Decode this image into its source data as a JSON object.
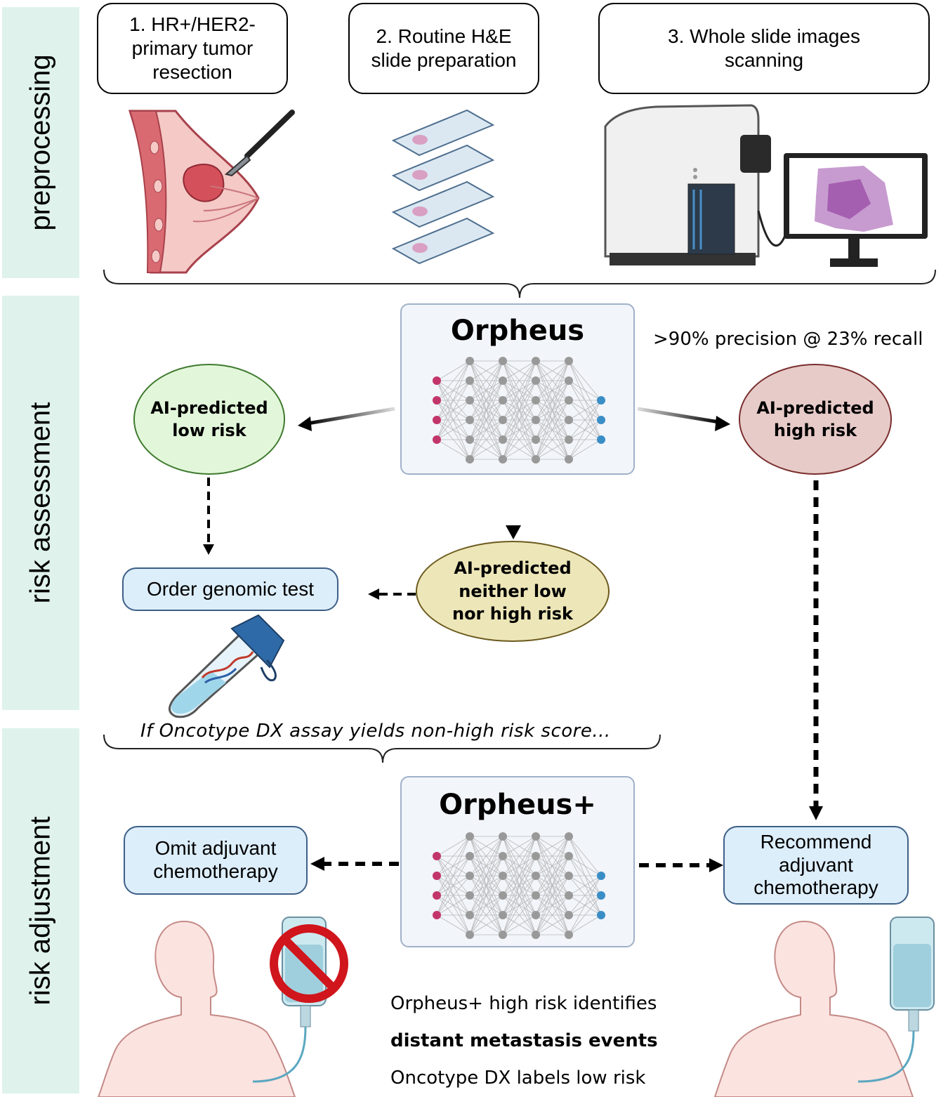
{
  "bands": [
    {
      "label": "preprocessing"
    },
    {
      "label": "risk assessment"
    },
    {
      "label": "risk adjustment"
    }
  ],
  "steps": [
    {
      "label": "1. HR+/HER2-\nprimary tumor\nresection"
    },
    {
      "label": "2. Routine H&E\nslide preparation"
    },
    {
      "label": "3. Whole slide images\nscanning"
    }
  ],
  "orpheus": {
    "title": "Orpheus",
    "metric": ">90% precision @ 23% recall"
  },
  "orpheus_plus": {
    "title": "Orpheus+"
  },
  "predictions": {
    "low": "AI-predicted\nlow risk",
    "high": "AI-predicted\nhigh risk",
    "neither": "AI-predicted\nneither low\nnor high risk"
  },
  "actions": {
    "order_test": "Order genomic test",
    "omit": "Omit adjuvant\nchemotherapy",
    "recommend": "Recommend\nadjuvant\nchemotherapy"
  },
  "condition": "If Oncotype DX assay yields non-high risk score...",
  "finding": {
    "line1": "Orpheus+ high risk identifies",
    "line2": "distant metastasis events",
    "line3": "Oncotype DX labels low risk"
  },
  "colors": {
    "band": "#dff3ec",
    "low_fill": "#e2f7da",
    "low_border": "#3f7a2e",
    "high_fill": "#e7cbc8",
    "high_border": "#7a2e2e",
    "neither_fill": "#ede6b8",
    "neither_border": "#6b5a1e",
    "action_fill": "#ddeefb",
    "action_border": "#3d5f86",
    "model_fill": "#f2f5fa",
    "input_node": "#c2356a",
    "output_node": "#3a8ec6",
    "hidden_node": "#999999"
  }
}
